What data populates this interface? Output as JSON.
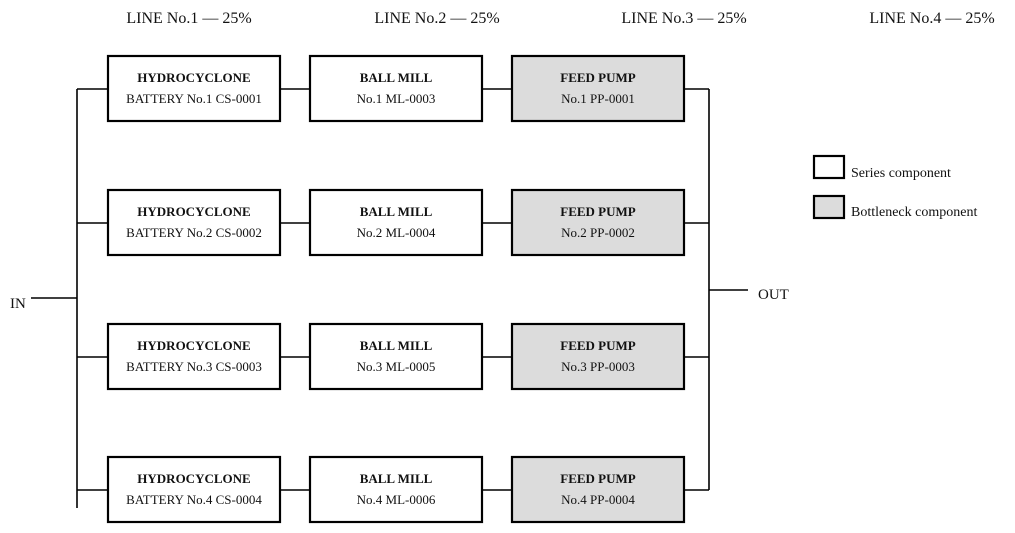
{
  "headers": [
    "LINE No.1 — 25%",
    "LINE No.2 — 25%",
    "LINE No.3 — 25%",
    "LINE No.4 — 25%"
  ],
  "input_label": "IN",
  "output_label": "OUT",
  "colors": {
    "series": "#ffffff",
    "bottleneck": "#dcdcdc",
    "line": "#000000"
  },
  "lines": [
    {
      "components": [
        {
          "title": "HYDROCYCLONE",
          "tag": "BATTERY No.1 CS-0001",
          "kind": "series"
        },
        {
          "title": "BALL MILL",
          "tag": "No.1 ML-0003",
          "kind": "series"
        },
        {
          "title": "FEED PUMP",
          "tag": "No.1 PP-0001",
          "kind": "bottleneck"
        }
      ]
    },
    {
      "components": [
        {
          "title": "HYDROCYCLONE",
          "tag": "BATTERY No.2 CS-0002",
          "kind": "series"
        },
        {
          "title": "BALL MILL",
          "tag": "No.2 ML-0004",
          "kind": "series"
        },
        {
          "title": "FEED PUMP",
          "tag": "No.2 PP-0002",
          "kind": "bottleneck"
        }
      ]
    },
    {
      "components": [
        {
          "title": "HYDROCYCLONE",
          "tag": "BATTERY No.3 CS-0003",
          "kind": "series"
        },
        {
          "title": "BALL MILL",
          "tag": "No.3 ML-0005",
          "kind": "series"
        },
        {
          "title": "FEED PUMP",
          "tag": "No.3 PP-0003",
          "kind": "bottleneck"
        }
      ]
    },
    {
      "components": [
        {
          "title": "HYDROCYCLONE",
          "tag": "BATTERY No.4 CS-0004",
          "kind": "series"
        },
        {
          "title": "BALL MILL",
          "tag": "No.4 ML-0006",
          "kind": "series"
        },
        {
          "title": "FEED PUMP",
          "tag": "No.4 PP-0004",
          "kind": "bottleneck"
        }
      ]
    }
  ],
  "legend": [
    {
      "label": "Series component",
      "kind": "series"
    },
    {
      "label": "Bottleneck component",
      "kind": "bottleneck"
    }
  ]
}
